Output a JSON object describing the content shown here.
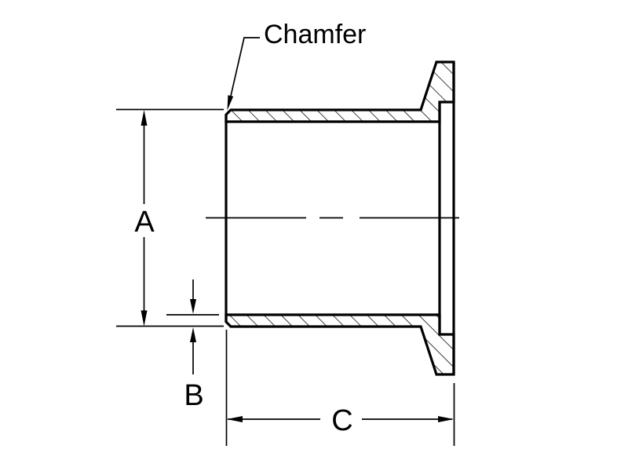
{
  "drawing": {
    "callout": "Chamfer",
    "dimension_labels": {
      "a": "A",
      "b": "B",
      "c": "C"
    }
  },
  "colors": {
    "line": "#000000",
    "background": "#ffffff"
  }
}
